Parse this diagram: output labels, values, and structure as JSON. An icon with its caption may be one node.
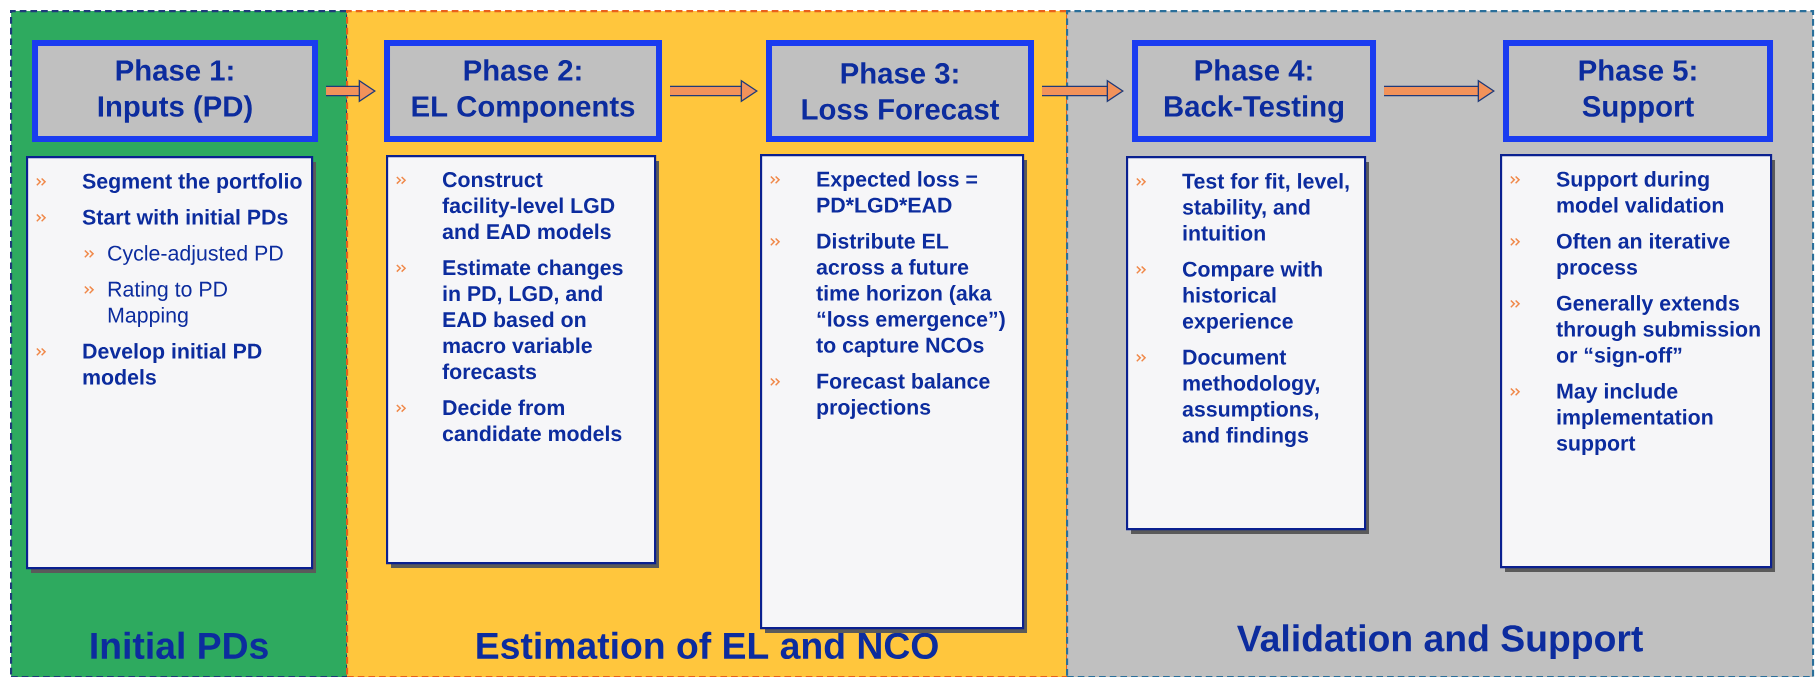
{
  "diagram": {
    "nodes": [
      {
        "text": [
          "Initial PDs"
        ]
      },
      {
        "text": [
          "Phase 1:",
          "Inputs (PD)"
        ],
        "in": 0
      },
      {
        "text": [
          "Segment the portfolio",
          "Start with initial PDs",
          "Cycle-adjusted PD",
          "Rating to PD Mapping",
          "Develop initial PD models"
        ],
        "in": 0
      },
      {
        "text": [
          "Estimation of EL and NCO"
        ]
      },
      {
        "text": [
          "Phase 2:",
          "EL Components"
        ],
        "in": 3
      },
      {
        "text": [
          "Construct facility-level LGD and EAD models",
          "Estimate changes in PD, LGD, and EAD based on macro variable forecasts",
          "Decide from candidate models"
        ],
        "in": 3
      },
      {
        "text": [
          "Phase 3:",
          "Loss Forecast"
        ],
        "in": 3
      },
      {
        "text": [
          "Expected loss = PD*LGD*EAD",
          "Distribute EL across a future time horizon (aka “loss emergence”) to capture NCOs",
          "Forecast balance projections"
        ],
        "in": 3
      },
      {
        "text": [
          "Validation and Support"
        ]
      },
      {
        "text": [
          "Phase 4:",
          "Back-Testing"
        ],
        "in": 8
      },
      {
        "text": [
          "Test for fit, level, stability, and intuition",
          "Compare with historical experience",
          "Document methodology, assumptions, and findings"
        ],
        "in": 8
      },
      {
        "text": [
          "Phase 5:",
          "Support"
        ],
        "in": 8
      },
      {
        "text": [
          "Support during model validation",
          "Often an iterative process",
          "Generally extends through submission or “sign-off”",
          "May include implementation support"
        ],
        "in": 8
      }
    ],
    "edges": [
      {
        "from": 1,
        "to": 4,
        "arrow": "to"
      },
      {
        "from": 4,
        "to": 6,
        "arrow": "to"
      },
      {
        "from": 6,
        "to": 9,
        "arrow": "to"
      },
      {
        "from": 9,
        "to": 11,
        "arrow": "to"
      }
    ]
  }
}
